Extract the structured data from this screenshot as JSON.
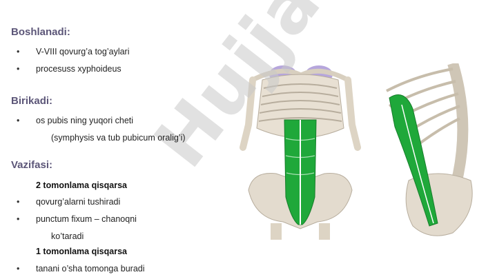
{
  "sections": {
    "origin": {
      "heading": "Boshlanadi:",
      "items": [
        "V-VIII qovurg’a tog’aylari",
        "procesuss xyphoideus"
      ]
    },
    "insertion": {
      "heading": "Birikadi:",
      "items": [
        "os pubis ning yuqori cheti"
      ],
      "note": "(symphysis va tub pubicum oralig’i)"
    },
    "function": {
      "heading": "Vazifasi:",
      "bilateral": {
        "label": "2 tomonlama qisqarsa",
        "items": [
          "qovurg’alarni tushiradi",
          "punctum fixum – chanoqni"
        ],
        "continuation": "ko’taradi"
      },
      "unilateral": {
        "label": "1 tomonlama qisqarsa",
        "items": [
          "tanani o’sha tomonga buradi"
        ]
      }
    }
  },
  "watermark": {
    "text": "Hujjat",
    "accent": "24"
  },
  "colors": {
    "heading": "#5c5678",
    "muscle": "#1fa83a",
    "bone": "#e5ddd0",
    "cartilage": "#b6a6dc"
  },
  "figures": [
    {
      "icon": "anterior-torso-rectus-abdominis-illustration"
    },
    {
      "icon": "lateral-torso-rectus-abdominis-illustration"
    }
  ]
}
